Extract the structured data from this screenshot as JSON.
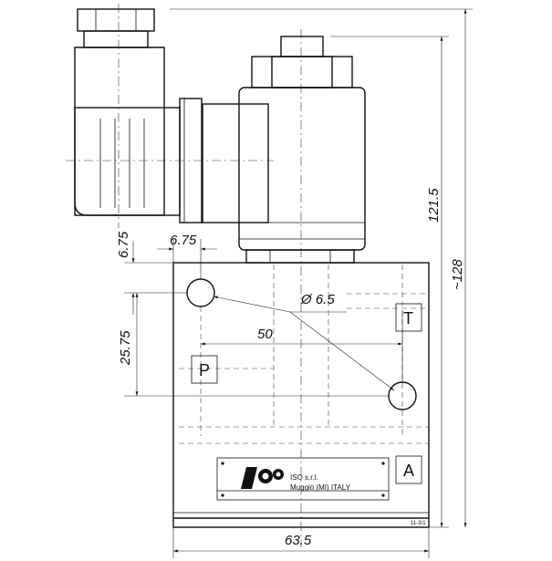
{
  "dimensions": {
    "top_offset": "6.75",
    "left_offset": "6.75",
    "diameter": "Ø 6.5",
    "port_spacing": "50",
    "vertical_spacing": "25.75",
    "height_body": "121.5",
    "height_total": "~128",
    "width": "63.5"
  },
  "ports": {
    "p": "P",
    "t": "T",
    "a": "A"
  },
  "nameplate": {
    "company": "ISO s.r.l.",
    "address": "Muggiò (MI) ITALY",
    "code": "11-3/1"
  },
  "colors": {
    "ink": "#111111",
    "background": "#ffffff"
  }
}
